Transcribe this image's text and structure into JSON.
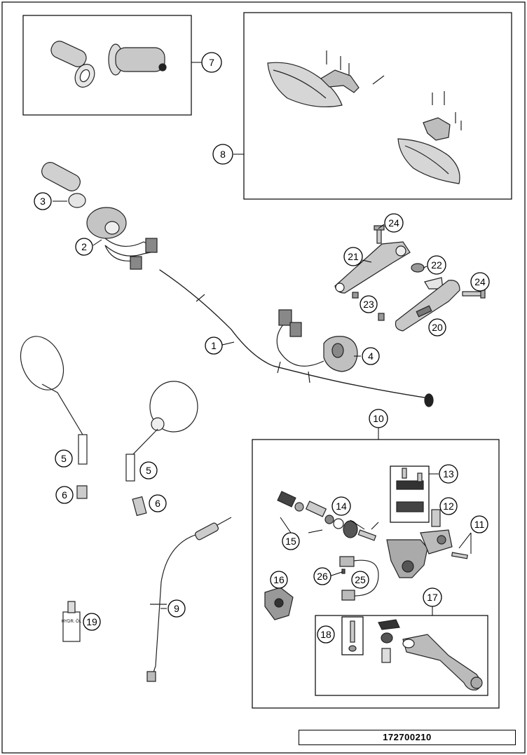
{
  "diagram": {
    "document_number": "172700210",
    "callouts": {
      "c1": "1",
      "c2": "2",
      "c3": "3",
      "c4": "4",
      "c5a": "5",
      "c5b": "5",
      "c6a": "6",
      "c6b": "6",
      "c7": "7",
      "c8": "8",
      "c9": "9",
      "c10": "10",
      "c11": "11",
      "c12": "12",
      "c13": "13",
      "c14": "14",
      "c15": "15",
      "c16": "16",
      "c17": "17",
      "c18": "18",
      "c19": "19",
      "c20": "20",
      "c21": "21",
      "c22": "22",
      "c23": "23",
      "c24a": "24",
      "c24b": "24",
      "c25": "25",
      "c26": "26"
    },
    "bottle_label": "HYDR. ÖL"
  }
}
